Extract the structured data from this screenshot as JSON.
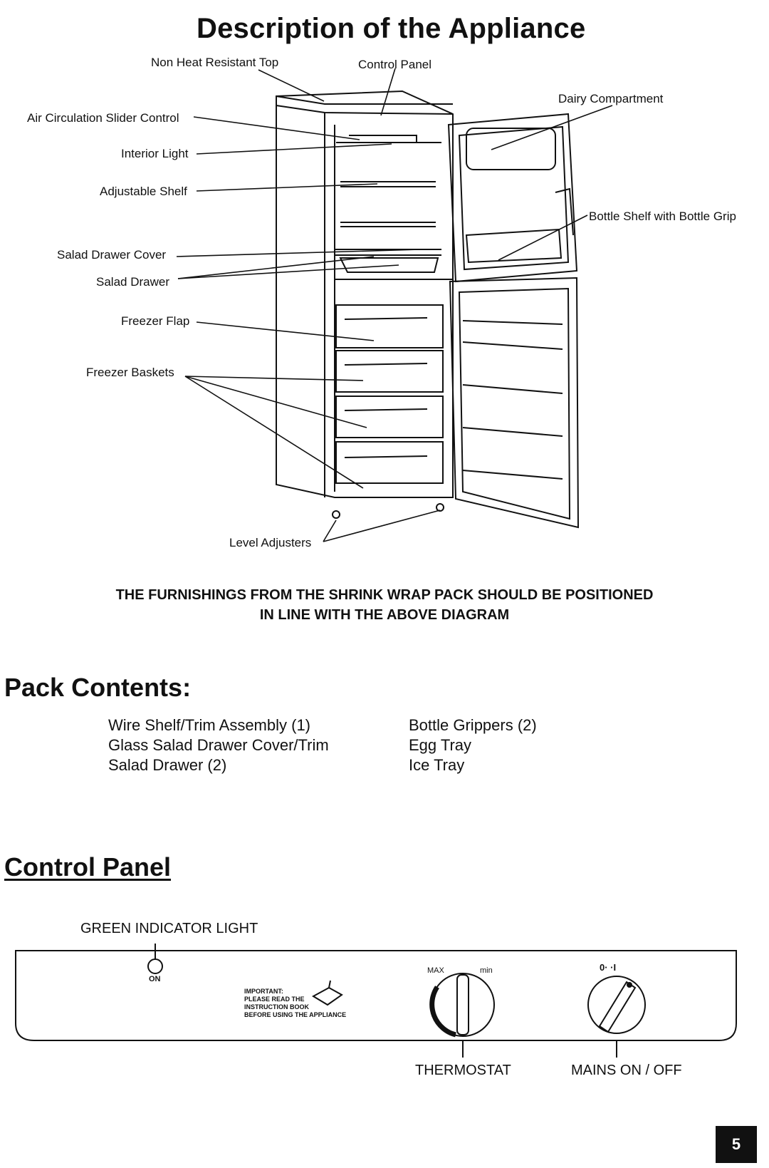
{
  "title": "Description of the Appliance",
  "labels": {
    "non_heat_top": "Non Heat Resistant Top",
    "control_panel": "Control Panel",
    "dairy": "Dairy Compartment",
    "air_slider": "Air Circulation Slider Control",
    "interior_light": "Interior Light",
    "adjustable_shelf": "Adjustable Shelf",
    "bottle_shelf": "Bottle Shelf with Bottle Grip",
    "salad_cover": "Salad Drawer Cover",
    "salad_drawer": "Salad Drawer",
    "freezer_flap": "Freezer Flap",
    "freezer_baskets": "Freezer Baskets",
    "level_adjusters": "Level Adjusters"
  },
  "notice": {
    "line1": "THE FURNISHINGS FROM THE SHRINK WRAP PACK SHOULD BE POSITIONED",
    "line2": "IN LINE WITH THE ABOVE DIAGRAM"
  },
  "pack": {
    "heading": "Pack Contents:",
    "left": [
      "Wire Shelf/Trim Assembly (1)",
      "Glass Salad Drawer Cover/Trim",
      "Salad Drawer (2)"
    ],
    "right": [
      "Bottle Grippers (2)",
      "Egg Tray",
      "Ice Tray"
    ]
  },
  "control": {
    "heading": "Control Panel",
    "green_light": "GREEN INDICATOR LIGHT",
    "on": "ON",
    "important": [
      "IMPORTANT:",
      "PLEASE READ THE",
      "INSTRUCTION BOOK",
      "BEFORE USING THE APPLIANCE"
    ],
    "max": "MAX",
    "min": "min",
    "switch_marks": "0· ·I",
    "thermostat": "THERMOSTAT",
    "mains": "MAINS ON / OFF"
  },
  "page_number": "5"
}
